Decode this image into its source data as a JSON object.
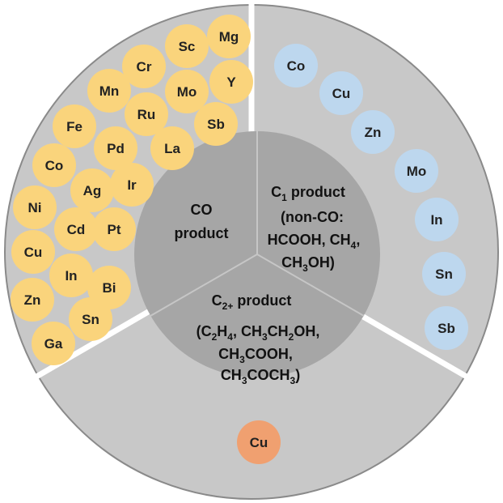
{
  "colors": {
    "outer_ring": "#c8c8c8",
    "outer_border": "#8a8a8a",
    "center_disc": "#a6a6a6",
    "co_circle": "#fad47c",
    "c1_circle": "#bdd7ee",
    "c2_circle": "#f0a070"
  },
  "center": {
    "co": {
      "line1": "CO",
      "line2": "product"
    },
    "c1": {
      "title_base": "C",
      "title_sub": "1",
      "title_rest": " product",
      "line2": "(non-CO:",
      "line3_a": "HCOOH, CH",
      "line3_sub": "4",
      "line3_b": ",",
      "line4_a": "CH",
      "line4_sub": "3",
      "line4_b": "OH)"
    },
    "c2": {
      "title_base": "C",
      "title_sub": "2+",
      "title_rest": " product",
      "line2_a": "(C",
      "line2_sub1": "2",
      "line2_b": "H",
      "line2_sub2": "4",
      "line2_c": ", CH",
      "line2_sub3": "3",
      "line2_d": "CH",
      "line2_sub4": "2",
      "line2_e": "OH,",
      "line3_a": "CH",
      "line3_sub1": "3",
      "line3_b": "COOH,",
      "line4_a": "CH",
      "line4_sub1": "3",
      "line4_b": "COCH",
      "line4_sub2": "3",
      "line4_c": ")"
    }
  },
  "co_elements": [
    "Sc",
    "Mg",
    "Cr",
    "Mn",
    "Mo",
    "Y",
    "Ru",
    "Sb",
    "Fe",
    "Pd",
    "La",
    "Co",
    "Ag",
    "Ir",
    "Ni",
    "Cd",
    "Pt",
    "Cu",
    "In",
    "Zn",
    "Bi",
    "Sn",
    "Ga"
  ],
  "c1_elements": [
    "Co",
    "Cu",
    "Zn",
    "Mo",
    "In",
    "Sn",
    "Sb"
  ],
  "c2_elements": [
    "Cu"
  ]
}
